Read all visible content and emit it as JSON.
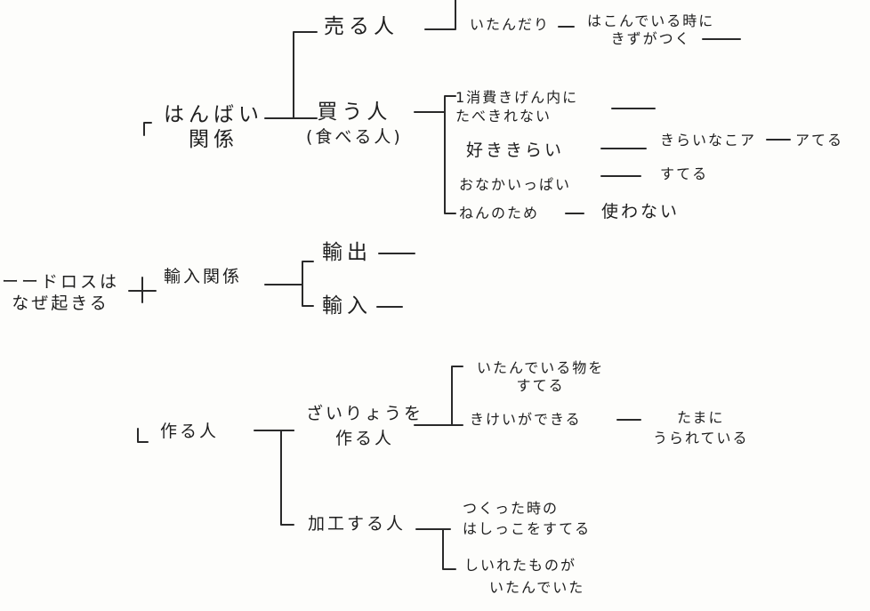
{
  "nodes": {
    "root_line1": "ーードロスは",
    "root_line2": "なぜ起きる",
    "sales_line1": "はんばい",
    "sales_line2": "関係",
    "seller": "売る人",
    "seller_reason": "いたんだり",
    "seller_reason_detail_line1": "はこんでいる時に",
    "seller_reason_detail_line2": "きずがつく",
    "buyer_line1": "買う人",
    "buyer_line2": "(食べる人)",
    "buyer_reason1_line1": "1消費きげん内に",
    "buyer_reason1_line2": "たべきれない",
    "buyer_reason2": "好ききらい",
    "buyer_reason2_detail1": "きらいなこア",
    "buyer_reason2_detail2": "アてる",
    "buyer_reason3": "おなかいっぱい",
    "buyer_reason3_detail": "すてる",
    "buyer_reason4": "ねんのため",
    "buyer_reason4_detail": "使わない",
    "trade": "輸入関係",
    "export": "輸出",
    "import": "輸入",
    "maker": "作る人",
    "farmer_line1": "ざいりょうを",
    "farmer_line2": "作る人",
    "farmer_reason1_line1": "いたんでいる物を",
    "farmer_reason1_line2": "すてる",
    "farmer_reason2": "きけいができる",
    "farmer_reason2_detail_line1": "たまに",
    "farmer_reason2_detail_line2": "うられている",
    "processor": "加工する人",
    "processor_reason1_line1": "つくった時の",
    "processor_reason1_line2": "はしっこをすてる",
    "processor_reason2_line1": "しいれたものが",
    "processor_reason2_line2": "いたんでいた"
  }
}
